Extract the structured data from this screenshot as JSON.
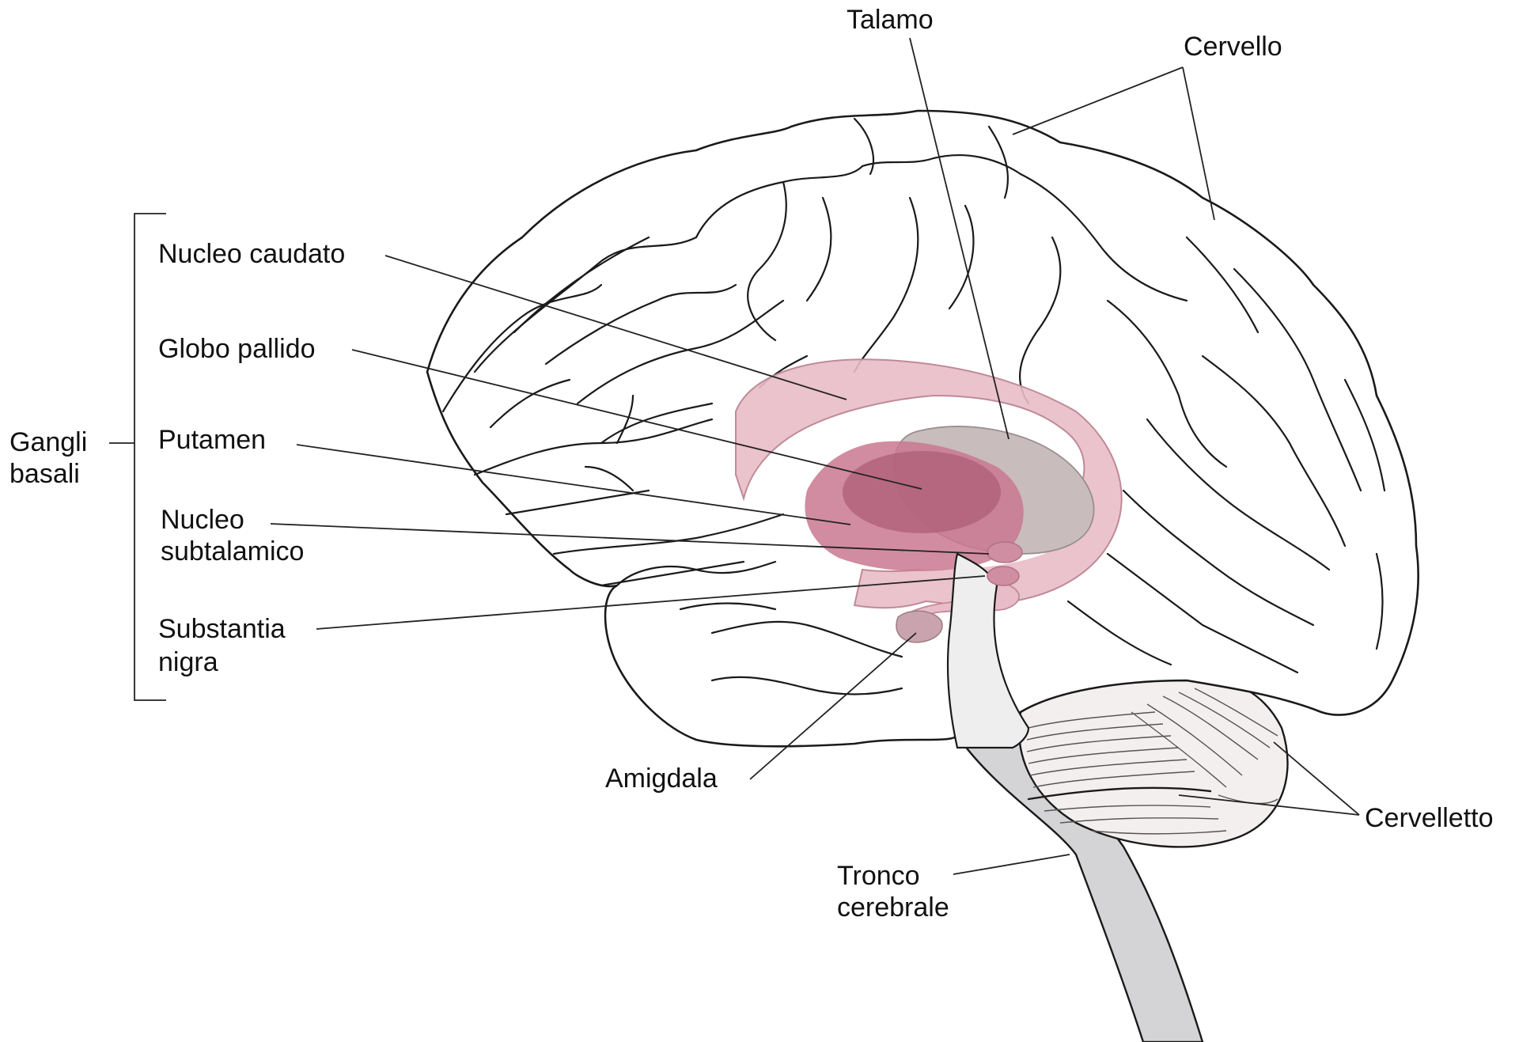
{
  "labels": {
    "talamo": "Talamo",
    "cervello": "Cervello",
    "nucleo_caudato": "Nucleo caudato",
    "globo_pallido": "Globo pallido",
    "putamen": "Putamen",
    "nucleo_subtalamico_1": "Nucleo",
    "nucleo_subtalamico_2": "subtalamico",
    "substantia_nigra_1": "Substantia",
    "substantia_nigra_2": "nigra",
    "gangli_basali_1": "Gangli",
    "gangli_basali_2": "basali",
    "amigdala": "Amigdala",
    "cervelletto": "Cervelletto",
    "tronco_cerebrale_1": "Tronco",
    "tronco_cerebrale_2": "cerebrale"
  },
  "colors": {
    "caudate": "#e8bcc8",
    "putamen": "#c97890",
    "globus_pallidus": "#b0607a",
    "thalamus": "#c8bcbc",
    "brainstem": "#d4d4d6",
    "brainstem_upper": "#eeeeee",
    "cerebellum": "#f4efef",
    "nuclei": "#cf8ea2",
    "amygdala": "#c9a3ad"
  }
}
